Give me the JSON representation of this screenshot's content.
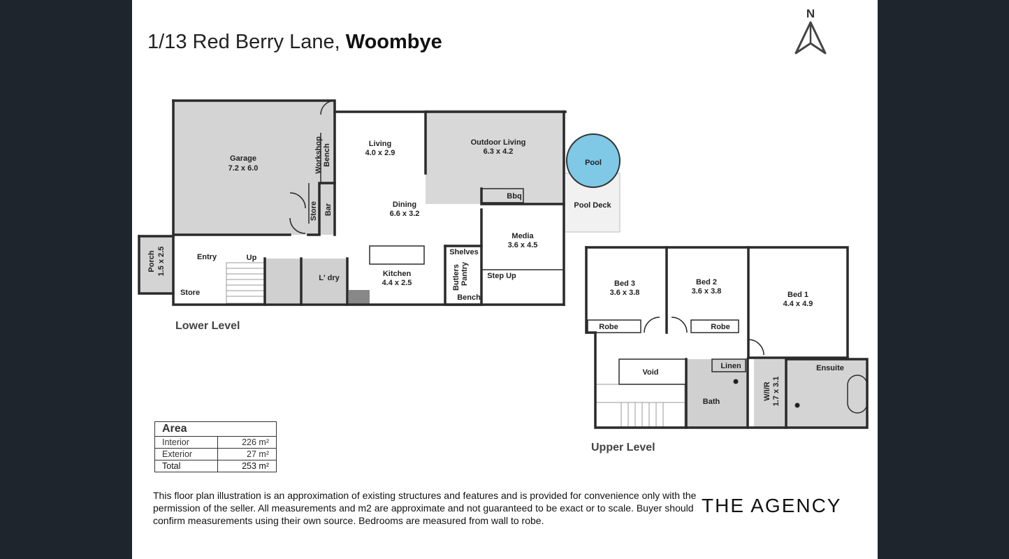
{
  "title": {
    "address": "1/13 Red Berry Lane,",
    "suburb": "Woombye"
  },
  "north": {
    "label": "N"
  },
  "levels": {
    "lower": "Lower Level",
    "upper": "Upper Level"
  },
  "rooms_lower": {
    "garage": "Garage",
    "garage_dim": "7.2 x 6.0",
    "workshop": "Workshop",
    "workshop_bench": "Bench",
    "store": "Store",
    "bar": "Bar",
    "living": "Living",
    "living_dim": "4.0 x 2.9",
    "outdoor": "Outdoor Living",
    "outdoor_dim": "6.3 x 4.2",
    "pool": "Pool",
    "pool_deck": "Pool Deck",
    "bbq": "Bbq",
    "dining": "Dining",
    "dining_dim": "6.6 x 3.2",
    "media": "Media",
    "media_dim": "3.6 x 4.5",
    "porch": "Porch",
    "porch_dim": "1.5 x 2.5",
    "entry": "Entry",
    "up": "Up",
    "store2": "Store",
    "ldry": "L' dry",
    "kitchen": "Kitchen",
    "kitchen_dim": "4.4 x 2.5",
    "shelves": "Shelves",
    "butlers": "Butlers",
    "pantry": "Pantry",
    "bench": "Bench",
    "step_up": "Step Up"
  },
  "rooms_upper": {
    "bed3": "Bed 3",
    "bed3_dim": "3.6 x 3.8",
    "bed2": "Bed 2",
    "bed2_dim": "3.6 x 3.8",
    "bed1": "Bed 1",
    "bed1_dim": "4.4 x 4.9",
    "robe": "Robe",
    "void": "Void",
    "linen": "Linen",
    "bath": "Bath",
    "wir": "W/I/R",
    "wir_dim": "1.7 x 3.1",
    "ensuite": "Ensuite"
  },
  "area": {
    "heading": "Area",
    "rows": [
      {
        "label": "Interior",
        "value": "226 m²"
      },
      {
        "label": "Exterior",
        "value": "27 m²"
      },
      {
        "label": "Total",
        "value": "253 m²"
      }
    ]
  },
  "disclaimer": "This floor plan illustration is an approximation of existing structures and features and is provided for convenience only with the permission of the seller. All measurements and m2 are approximate and not guaranteed to be exact or to scale. Buyer should confirm measurements using their own source. Bedrooms are measured from wall to robe.",
  "brand": "THE AGENCY",
  "colors": {
    "background": "#1f252c",
    "room_grey": "#d4d4d4",
    "pool_blue": "#7fc8e6",
    "wall": "#2a2a2a"
  }
}
